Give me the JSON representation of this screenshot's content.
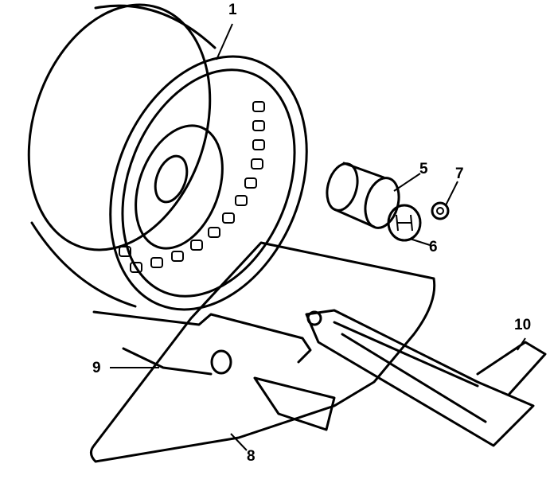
{
  "diagram": {
    "callouts": [
      {
        "id": "1",
        "label": "1"
      },
      {
        "id": "5",
        "label": "5"
      },
      {
        "id": "6",
        "label": "6"
      },
      {
        "id": "7",
        "label": "7"
      },
      {
        "id": "8",
        "label": "8"
      },
      {
        "id": "9",
        "label": "9"
      },
      {
        "id": "10",
        "label": "10"
      }
    ]
  }
}
